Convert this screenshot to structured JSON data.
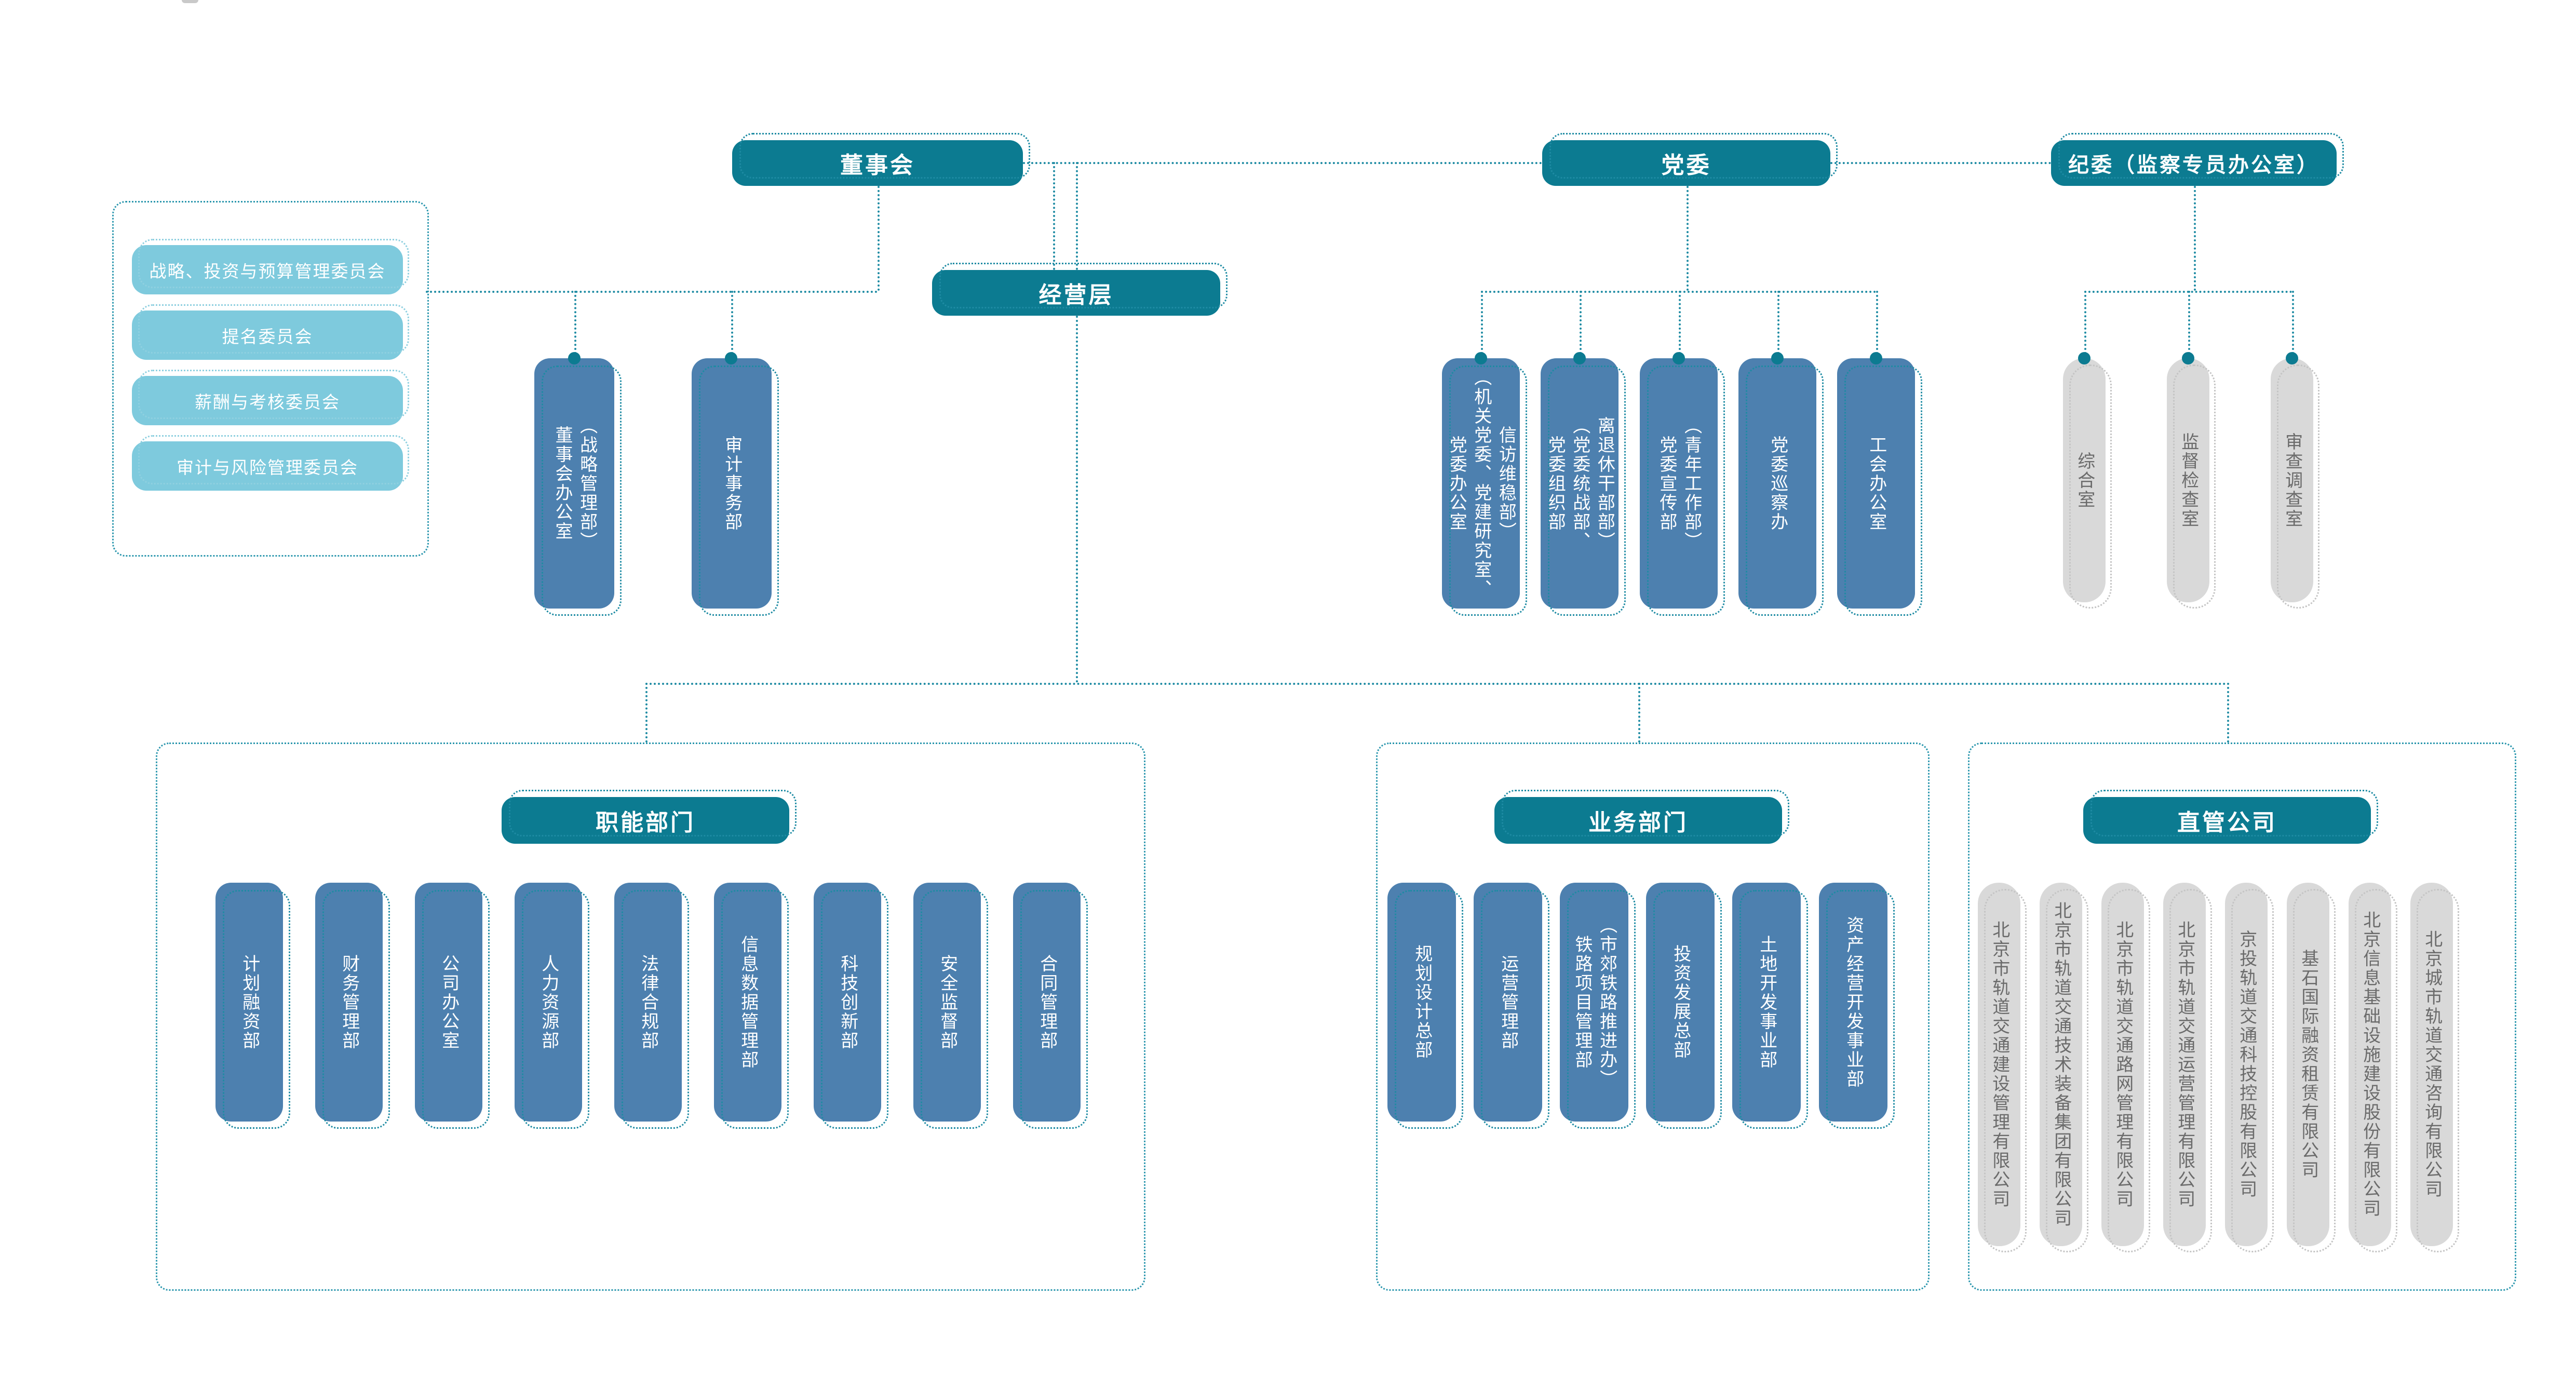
{
  "top": {
    "board": "董事会",
    "party": "党委",
    "discipline": "纪委（监察专员办公室）",
    "management": "经营层"
  },
  "committees": {
    "items": [
      "战略、投资与预算管理委员会",
      "提名委员会",
      "薪酬与考核委员会",
      "审计与风险管理委员会"
    ]
  },
  "board_depts": {
    "items": [
      "董事会办公室\n（战略管理部）",
      "审计事务部"
    ]
  },
  "party_depts": {
    "items": [
      "党委办公室\n（机关党委、党建研究室、\n信访维稳部）",
      "党委组织部\n（党委统战部、\n离退休干部部）",
      "党委宣传部\n（青年工作部）",
      "党委巡察办",
      "工会办公室"
    ]
  },
  "discipline_depts": {
    "items": [
      "综合室",
      "监督检查室",
      "审查调查室"
    ]
  },
  "functional": {
    "label": "职能部门",
    "items": [
      "计划融资部",
      "财务管理部",
      "公司办公室",
      "人力资源部",
      "法律合规部",
      "信息数据管理部",
      "科技创新部",
      "安全监督部",
      "合同管理部"
    ]
  },
  "business": {
    "label": "业务部门",
    "items": [
      "规划设计总部",
      "运营管理部",
      "铁路项目管理部\n（市郊铁路推进办）",
      "投资发展总部",
      "土地开发事业部",
      "资产经营开发事业部"
    ]
  },
  "companies": {
    "label": "直管公司",
    "items": [
      "北京市轨道交通建设管理有限公司",
      "北京市轨道交通技术装备集团有限公司",
      "北京市轨道交通路网管理有限公司",
      "北京市轨道交通运营管理有限公司",
      "京投轨道交通科技控股有限公司",
      "基石国际融资租赁有限公司",
      "北京信息基础设施建设股份有限公司",
      "北京城市轨道交通咨询有限公司"
    ]
  },
  "colors": {
    "teal": "#0c7b91",
    "blue": "#4d80af",
    "lightblue": "#7ecadd",
    "graybox": "#d9d9d9",
    "graytext": "#6b6b6b",
    "dot": "#1e8ba3",
    "dotlight": "#8fd0e0",
    "dotgray": "#c4c4c4"
  }
}
